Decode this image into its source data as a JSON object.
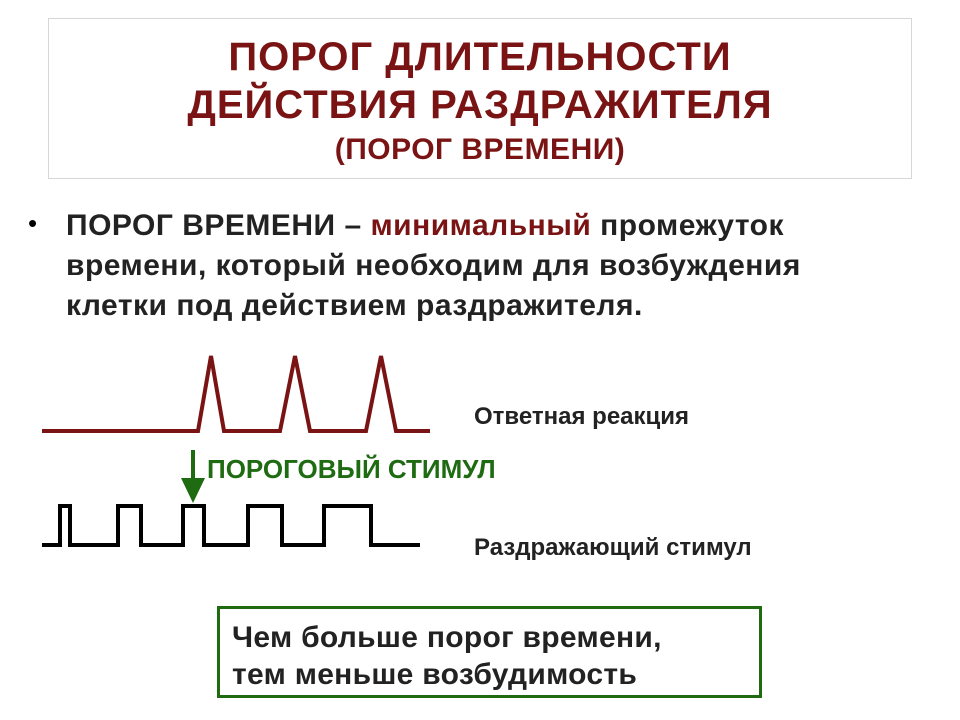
{
  "title": {
    "line1": "ПОРОГ ДЛИТЕЛЬНОСТИ",
    "line2": "ДЕЙСТВИЯ РАЗДРАЖИТЕЛЯ",
    "subtitle": "(ПОРОГ ВРЕМЕНИ)"
  },
  "definition": {
    "bullet": "•",
    "term": "ПОРОГ ВРЕМЕНИ",
    "dash": " – ",
    "accent_word": "минимальный",
    "text_line1_rest": " промежуток",
    "text_line2": "времени, который необходим для возбуждения",
    "text_line3": "клетки под действием раздражителя."
  },
  "diagram": {
    "response_label": "Ответная реакция",
    "threshold_label": "ПОРОГОВЫЙ СТИМУЛ",
    "stimulus_label": "Раздражающий стимул",
    "stimulus_pulse_count": 5,
    "response_spike_count": 3
  },
  "conclusion": {
    "line1": "Чем больше порог времени,",
    "line2": "тем меньше возбудимость"
  },
  "colors": {
    "title": "#7a1414",
    "response_line": "#7a1414",
    "stimulus_line": "#000000",
    "arrow": "#1e6b12",
    "threshold_label": "#1e6b12",
    "conclusion_border": "#1e6b12"
  }
}
